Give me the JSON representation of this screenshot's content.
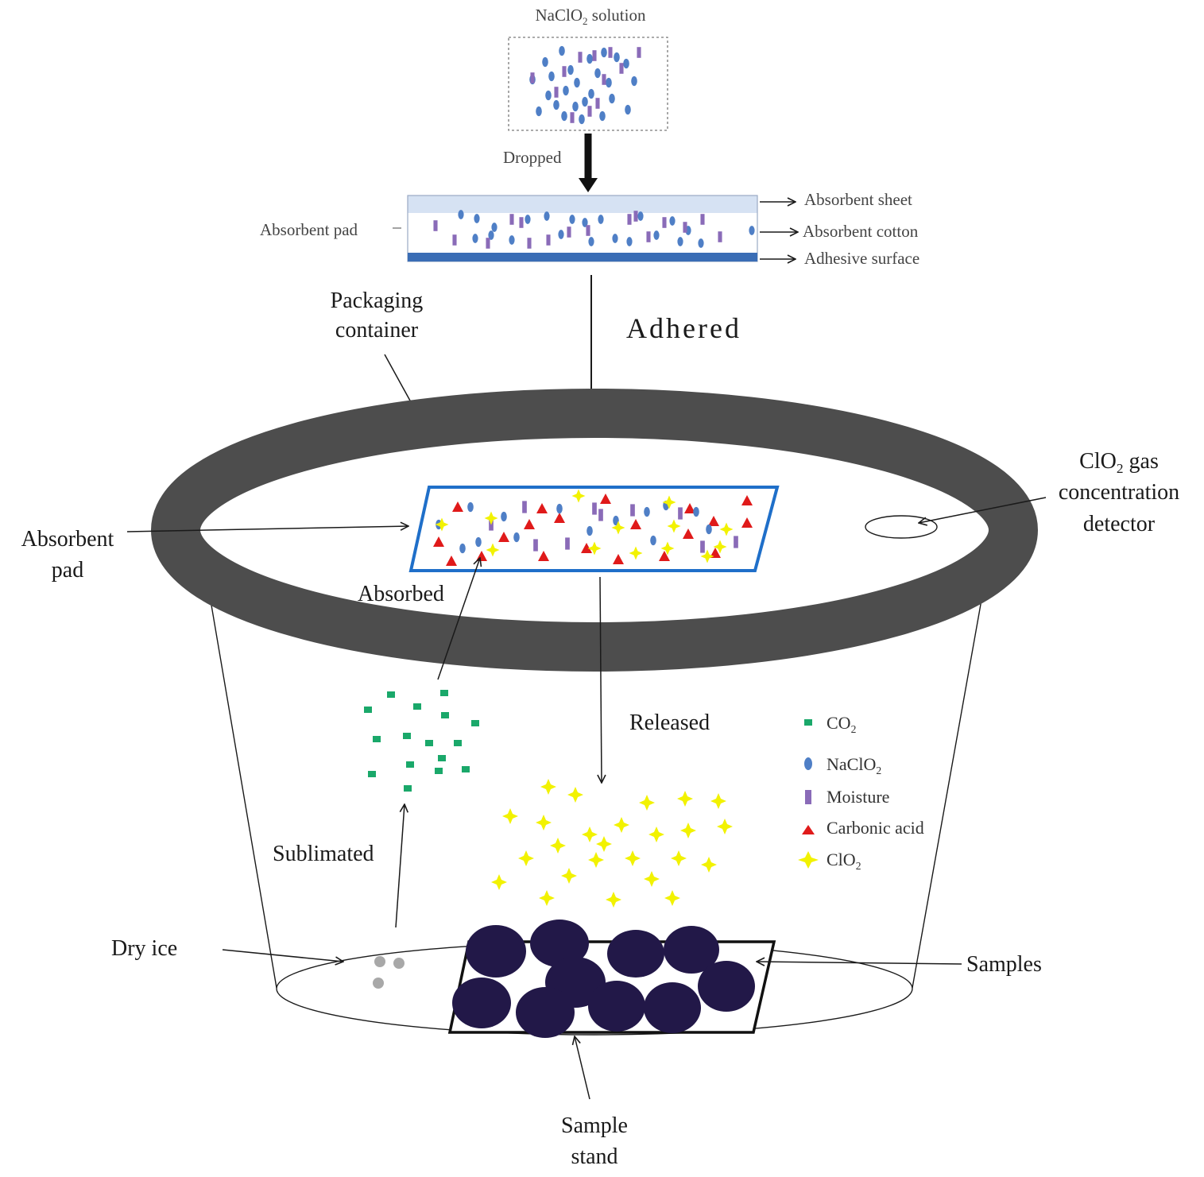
{
  "labels": {
    "solution_prefix": "NaClO",
    "solution_sub": "2",
    "solution_suffix": " solution",
    "dropped": "Dropped",
    "absorbent_pad_top": "Absorbent pad",
    "absorbent_sheet": "Absorbent sheet",
    "absorbent_cotton": "Absorbent cotton",
    "adhesive_surface": "Adhesive surface",
    "packaging_line1": "Packaging",
    "packaging_line2": "container",
    "adhered": "Adhered",
    "detector_prefix": "ClO",
    "detector_sub": "2",
    "detector_suffix": " gas",
    "detector_line2": "concentration",
    "detector_line3": "detector",
    "absorbent_pad_side_line1": "Absorbent",
    "absorbent_pad_side_line2": "pad",
    "absorbed": "Absorbed",
    "released": "Released",
    "sublimated": "Sublimated",
    "dry_ice": "Dry ice",
    "samples": "Samples",
    "sample_stand_line1": "Sample",
    "sample_stand_line2": "stand"
  },
  "legend": {
    "co2_prefix": "CO",
    "co2_sub": "2",
    "naclo2_prefix": "NaClO",
    "naclo2_sub": "2",
    "moisture": "Moisture",
    "carbonic_acid": "Carbonic acid",
    "clo2_prefix": "ClO",
    "clo2_sub": "2"
  },
  "colors": {
    "co2": "#1aa86a",
    "naclo2": "#4f7fc6",
    "moisture": "#8a6bb8",
    "carbonic_acid": "#e01a1a",
    "clo2": "#f2f200",
    "ring": "#4d4d4d",
    "samples": "#221848",
    "pad_border": "#1f6fc9",
    "adhesive": "#3a6db5"
  }
}
